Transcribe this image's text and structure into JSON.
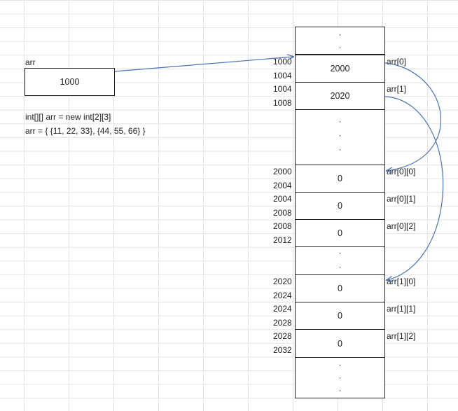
{
  "variable": {
    "name": "arr",
    "value": "1000"
  },
  "code": [
    "int[][] arr = new int[2][3]",
    "arr = { {11, 22, 33}, {44, 55, 66} }"
  ],
  "dots": "·",
  "memory": [
    {
      "start": "1000",
      "end": "1004",
      "value": "2000",
      "label": "arr[0]"
    },
    {
      "start": "1004",
      "end": "1008",
      "value": "2020",
      "label": "arr[1]"
    },
    {
      "start": "2000",
      "end": "2004",
      "value": "0",
      "label": "arr[0][0]"
    },
    {
      "start": "2004",
      "end": "2008",
      "value": "0",
      "label": "arr[0][1]"
    },
    {
      "start": "2008",
      "end": "2012",
      "value": "0",
      "label": "arr[0][2]"
    },
    {
      "start": "2020",
      "end": "2024",
      "value": "0",
      "label": "arr[1][0]"
    },
    {
      "start": "2024",
      "end": "2028",
      "value": "0",
      "label": "arr[1][1]"
    },
    {
      "start": "2028",
      "end": "2032",
      "value": "0",
      "label": "arr[1][2]"
    }
  ],
  "colors": {
    "arrow": "#4a72b0",
    "border": "#222222",
    "grid": "#e3e3e3"
  }
}
